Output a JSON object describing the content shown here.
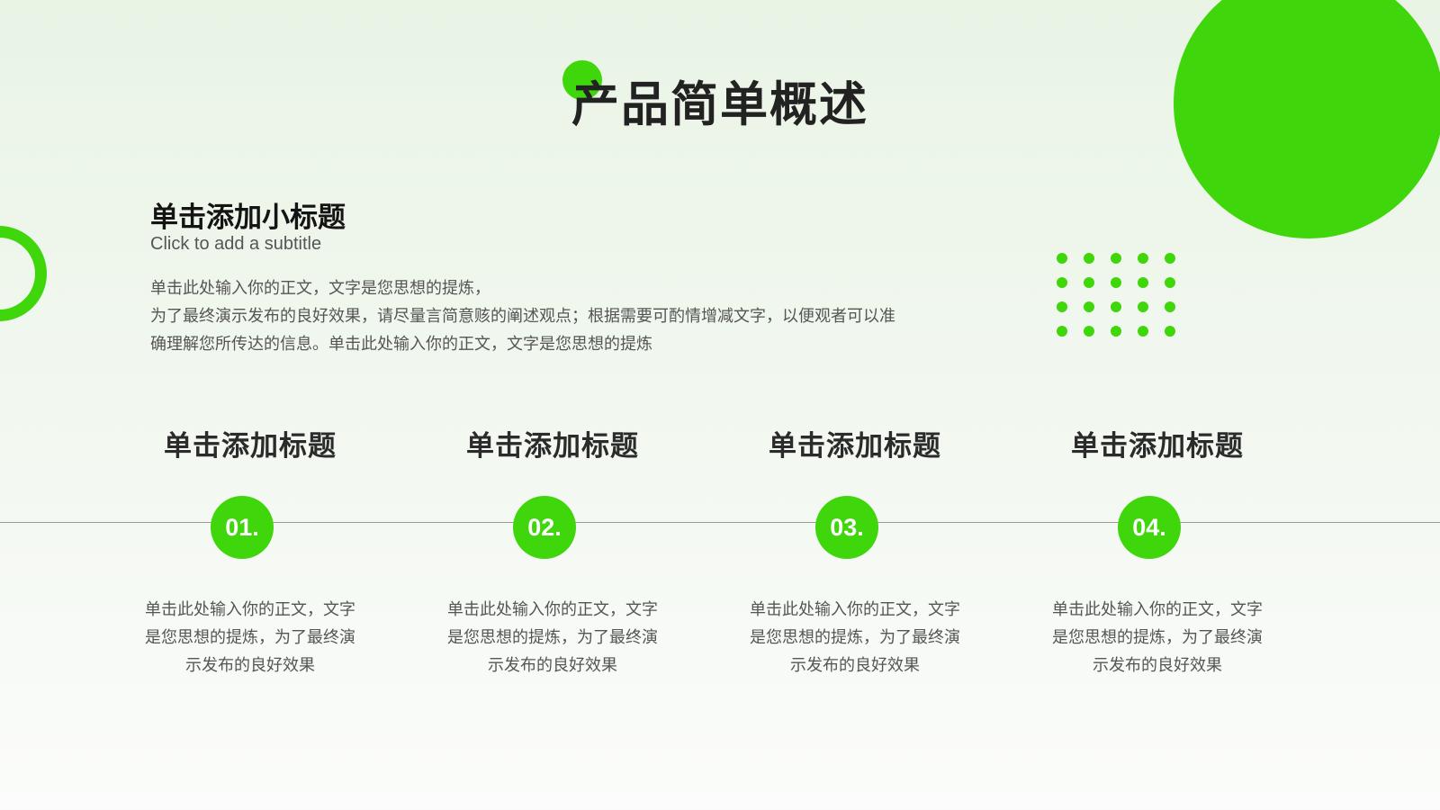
{
  "colors": {
    "accent": "#3fd60b",
    "title": "#222222",
    "body_text": "#555555",
    "line": "#9a9a9a"
  },
  "page": {
    "title": "产品简单概述"
  },
  "intro": {
    "heading": "单击添加小标题",
    "subheading": "Click to add a subtitle",
    "body_lines": [
      "单击此处输入你的正文，文字是您思想的提炼，",
      "为了最终演示发布的良好效果，请尽量言简意赅的阐述观点；根据需要可酌情增减文字，以便观者可以准",
      "确理解您所传达的信息。单击此处输入你的正文，文字是您思想的提炼"
    ]
  },
  "steps": [
    {
      "title": "单击添加标题",
      "number": "01.",
      "text_lines": [
        "单击此处输入你的正文，文字",
        "是您思想的提炼，为了最终演",
        "示发布的良好效果"
      ]
    },
    {
      "title": "单击添加标题",
      "number": "02.",
      "text_lines": [
        "单击此处输入你的正文，文字",
        "是您思想的提炼，为了最终演",
        "示发布的良好效果"
      ]
    },
    {
      "title": "单击添加标题",
      "number": "03.",
      "text_lines": [
        "单击此处输入你的正文，文字",
        "是您思想的提炼，为了最终演",
        "示发布的良好效果"
      ]
    },
    {
      "title": "单击添加标题",
      "number": "04.",
      "text_lines": [
        "单击此处输入你的正文，文字",
        "是您思想的提炼，为了最终演",
        "示发布的良好效果"
      ]
    }
  ]
}
